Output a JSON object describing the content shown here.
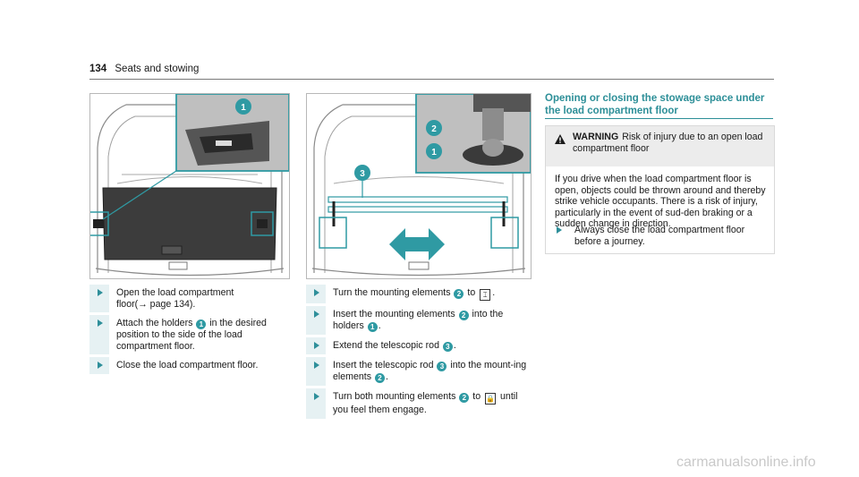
{
  "header": {
    "page_number": "134",
    "section": "Seats and stowing"
  },
  "illustration_1": {
    "callouts": [
      "1"
    ]
  },
  "illustration_2": {
    "callouts": [
      "2",
      "1",
      "3"
    ]
  },
  "steps_left": [
    {
      "parts": [
        "Open the load compartment",
        "floor(",
        "→",
        " page 134)."
      ]
    },
    {
      "t1": "Attach the holders ",
      "badge": "1",
      "t2": " in the desired position to the side of the load compartment floor."
    },
    {
      "text": "Close the load compartment floor."
    }
  ],
  "steps_mid": [
    {
      "t1": "Turn the mounting elements ",
      "badge": "2",
      "t2": " to ",
      "sym": "⌶",
      "t3": "."
    },
    {
      "t1": "Insert the mounting elements ",
      "badge": "2",
      "t2": " into the holders ",
      "badge2": "1",
      "t3": "."
    },
    {
      "t1": "Extend the telescopic rod ",
      "badge": "3",
      "t2": "."
    },
    {
      "t1": "Insert the telescopic rod ",
      "badge": "3",
      "t2": " into the mount-ing elements ",
      "badge2": "2",
      "t3": "."
    },
    {
      "t1": "Turn both mounting elements ",
      "badge": "2",
      "t2": " to ",
      "sym": "🔒",
      "t3": " until you feel them engage."
    }
  ],
  "right": {
    "title": "Opening or closing the stowage space under the load compartment floor",
    "warning": {
      "keyword": "WARNING",
      "headline": "Risk of injury due to an open load compartment floor",
      "body": "If you drive when the load compartment floor is open, objects could be thrown around and thereby strike vehicle occupants. There is a risk of injury, particularly in the event of sud-den braking or a sudden change in direction.",
      "step": "Always close the load compartment floor before a journey."
    }
  },
  "watermark": "carmanualsonline.info",
  "colors": {
    "accent": "#2d8f98",
    "badge": "#2f9aa3",
    "warning_bg": "#ececec"
  },
  "icons": [
    "warning-triangle-icon",
    "step-arrow-icon",
    "unlock-symbol-icon",
    "lock-symbol-icon"
  ]
}
